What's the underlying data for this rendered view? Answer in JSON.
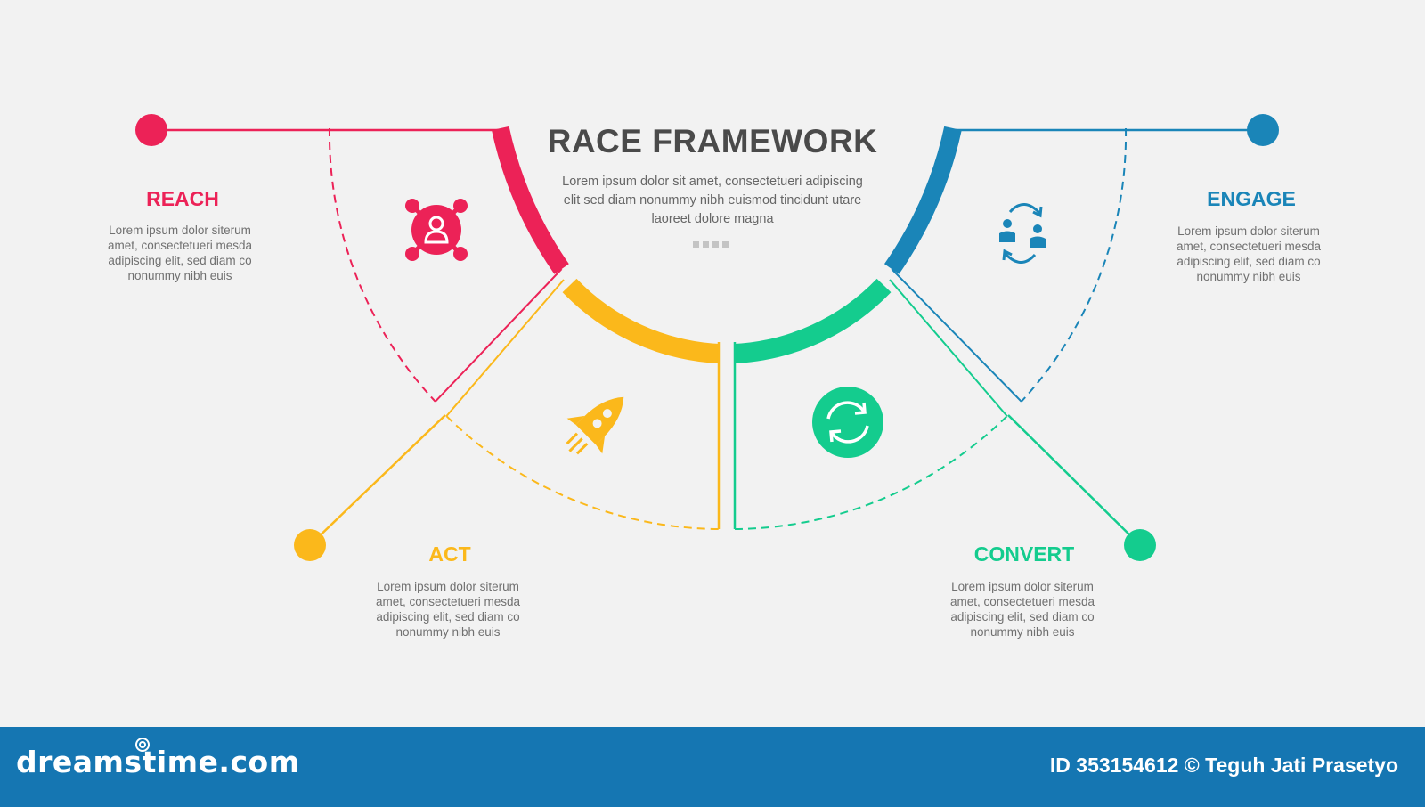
{
  "title": "RACE FRAMEWORK",
  "subtitle": "Lorem ipsum dolor sit amet, consectetueri adipiscing elit sed diam nonummy nibh euismod tincidunt utare laoreet dolore magna",
  "steps": [
    {
      "label": "REACH",
      "color": "#ec2257",
      "icon": "user-network-icon",
      "description": "Lorem ipsum dolor siterum amet, consectetueri mesda adipiscing elit, sed diam co nonummy nibh euis"
    },
    {
      "label": "ACT",
      "color": "#fbb81b",
      "icon": "rocket-icon",
      "description": "Lorem ipsum dolor siterum amet, consectetueri mesda adipiscing elit, sed diam co nonummy nibh euis"
    },
    {
      "label": "CONVERT",
      "color": "#14cc8e",
      "icon": "refresh-icon",
      "description": "Lorem ipsum dolor siterum amet, consectetueri mesda adipiscing elit, sed diam co nonummy nibh euis"
    },
    {
      "label": "ENGAGE",
      "color": "#1a85b8",
      "icon": "user-exchange-icon",
      "description": "Lorem ipsum dolor siterum amet, consectetueri mesda adipiscing elit, sed diam co nonummy nibh euis"
    }
  ],
  "footer": {
    "logo": "dreamstime.com",
    "credit": "ID 353154612 © Teguh Jati Prasetyo",
    "background": "#1576b2"
  }
}
